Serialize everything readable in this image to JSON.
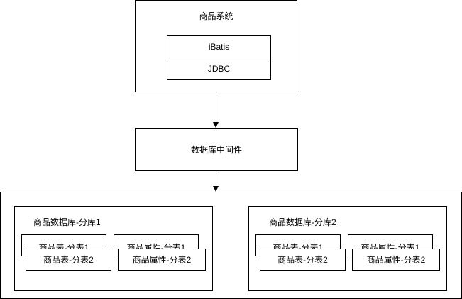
{
  "system": {
    "title": "商品系统",
    "layers": [
      "iBatis",
      "JDBC"
    ]
  },
  "middleware": {
    "label": "数据库中间件"
  },
  "shards": [
    {
      "label": "商品数据库-分库1",
      "tables": {
        "product_back": "商品表-分表1",
        "product_front": "商品表-分表2",
        "attr_back": "商品属性-分表1",
        "attr_front": "商品属性-分表2"
      }
    },
    {
      "label": "商品数据库-分库2",
      "tables": {
        "product_back": "商品表-分表1",
        "product_front": "商品表-分表2",
        "attr_back": "商品属性-分表1",
        "attr_front": "商品属性-分表2"
      }
    }
  ]
}
